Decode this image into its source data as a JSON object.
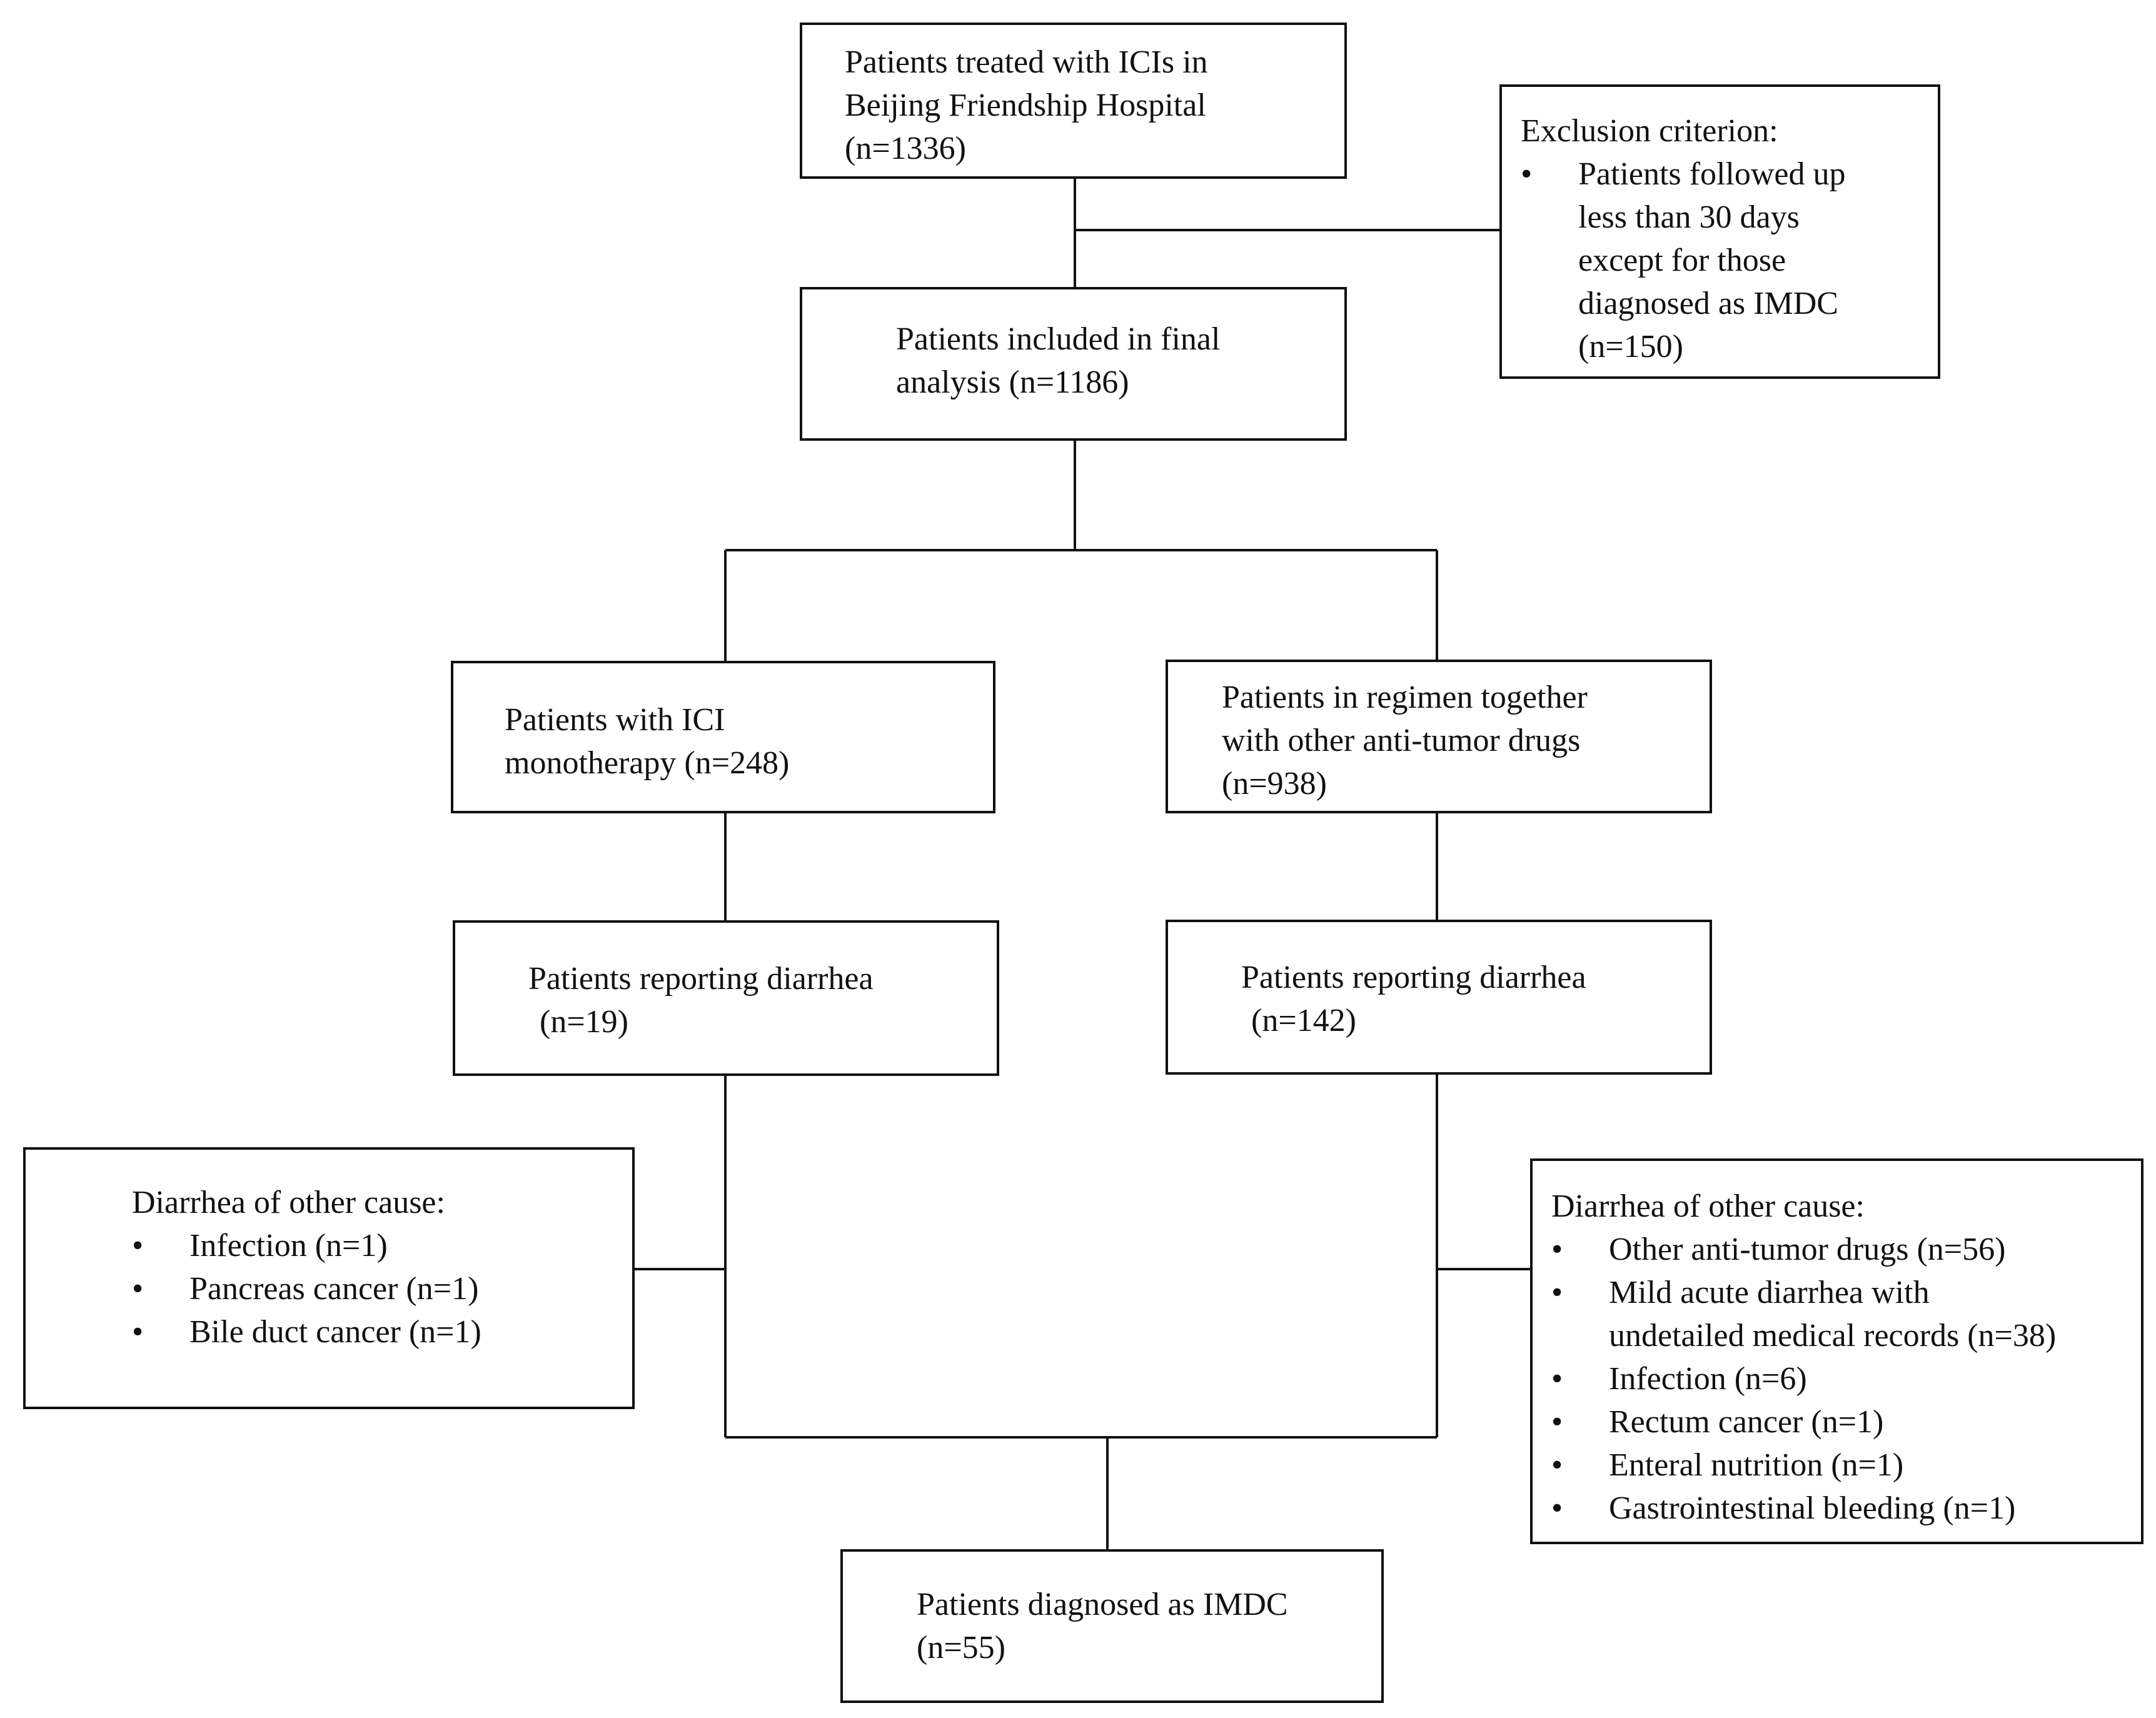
{
  "boxes": {
    "treated": {
      "lines": [
        "Patients treated with ICIs in",
        "Beijing Friendship Hospital",
        "(n=1336)"
      ]
    },
    "exclusion": {
      "title": "Exclusion criterion:",
      "bullet_char": "•",
      "items": [
        [
          "Patients followed up",
          "less than 30 days",
          "except for those",
          "diagnosed as IMDC",
          "(n=150)"
        ]
      ]
    },
    "included": {
      "lines": [
        "Patients included in final",
        "analysis (n=1186)"
      ]
    },
    "monotherapy": {
      "lines": [
        "Patients with ICI",
        "monotherapy (n=248)"
      ]
    },
    "combination": {
      "lines": [
        "Patients in regimen together",
        "with other anti-tumor drugs",
        "(n=938)"
      ]
    },
    "diarrhea_mono": {
      "lines": [
        "Patients reporting diarrhea",
        "(n=19)"
      ]
    },
    "diarrhea_combo": {
      "lines": [
        "Patients reporting diarrhea",
        "(n=142)"
      ]
    },
    "other_cause_left": {
      "title": "Diarrhea of other cause:",
      "bullet_char": "•",
      "items": [
        [
          "Infection (n=1)"
        ],
        [
          "Pancreas cancer (n=1)"
        ],
        [
          "Bile duct cancer (n=1)"
        ]
      ]
    },
    "other_cause_right": {
      "title": "Diarrhea of other cause:",
      "bullet_char": "•",
      "items": [
        [
          "Other anti-tumor drugs (n=56)"
        ],
        [
          "Mild acute diarrhea with",
          "undetailed medical records (n=38)"
        ],
        [
          "Infection (n=6)"
        ],
        [
          "Rectum cancer (n=1)"
        ],
        [
          "Enteral nutrition (n=1)"
        ],
        [
          "Gastrointestinal bleeding (n=1)"
        ]
      ]
    },
    "imdc": {
      "lines": [
        "Patients diagnosed as IMDC",
        "(n=55)"
      ]
    }
  }
}
